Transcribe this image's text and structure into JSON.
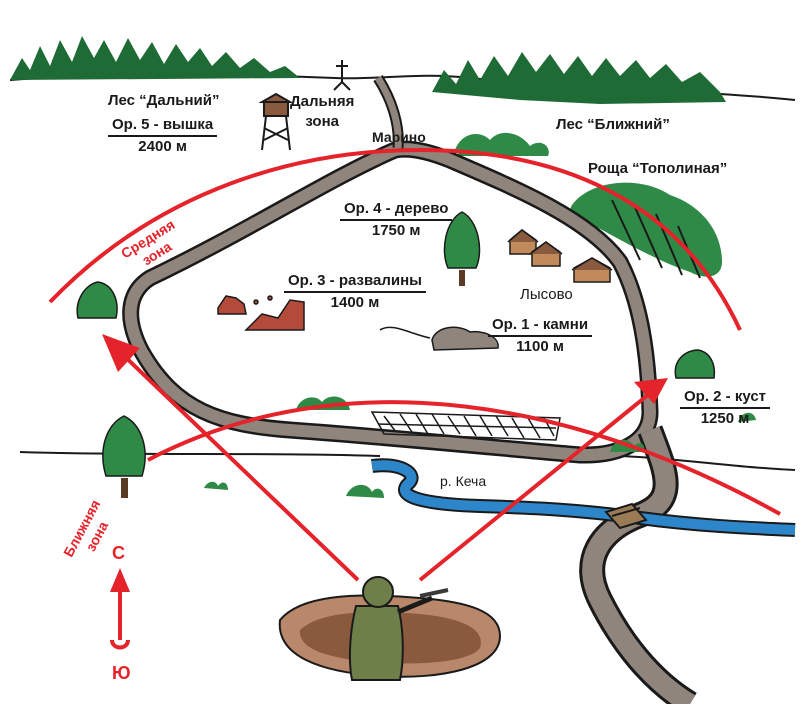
{
  "places": {
    "village_marino": "Марино",
    "village_lysovo": "Лысово",
    "river": "р. Кеча",
    "forest_far": "Лес “Дальний”",
    "forest_near": "Лес “Ближний”",
    "grove": "Роща “Тополиная”"
  },
  "zones": {
    "far": "Дальняя\nзона",
    "middle": "Средняя\nзона",
    "near": "Ближняя\nзона"
  },
  "landmarks": [
    {
      "id": "or1",
      "name": "Ор. 1 - камни",
      "distance": "1100 м"
    },
    {
      "id": "or2",
      "name": "Ор. 2 - куст",
      "distance": "1250 м"
    },
    {
      "id": "or3",
      "name": "Ор. 3 - развалины",
      "distance": "1400 м"
    },
    {
      "id": "or4",
      "name": "Ор. 4 - дерево",
      "distance": "1750 м"
    },
    {
      "id": "or5",
      "name": "Ор. 5 - вышка",
      "distance": "2400 м"
    }
  ],
  "compass": {
    "north": "С",
    "south": "Ю"
  },
  "colors": {
    "red": "#e5232b",
    "road": "#8f857c",
    "road_outline": "#1a1a1a",
    "forest": "#1f6b35",
    "river": "#2c86c9",
    "trench": "#b9876a",
    "ruins": "#b34a3a"
  }
}
